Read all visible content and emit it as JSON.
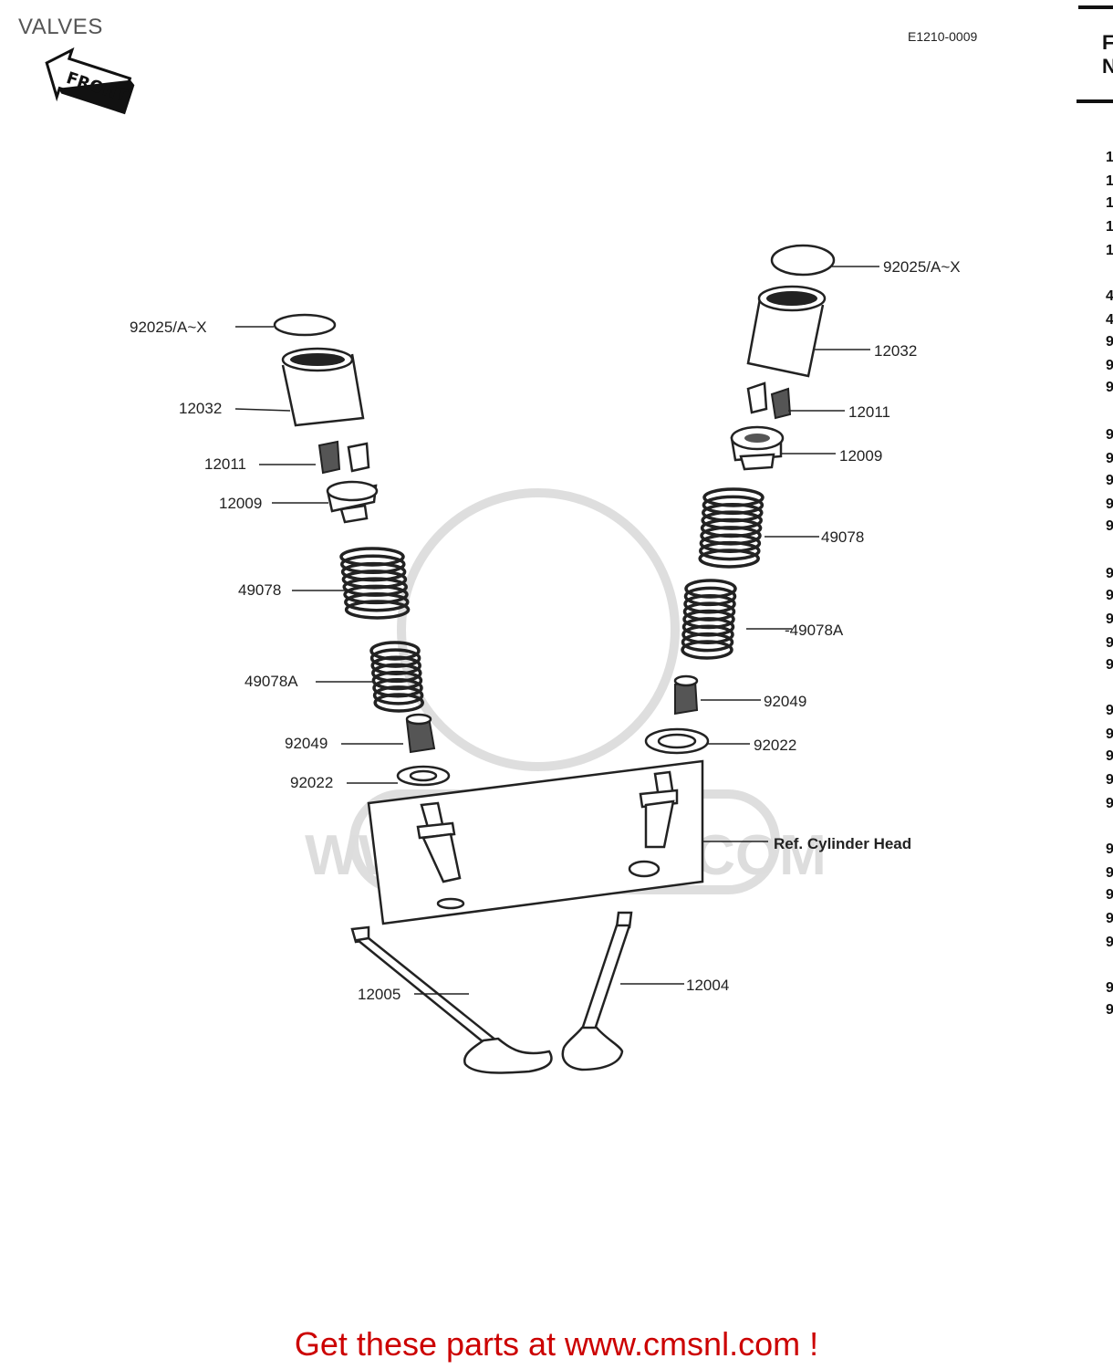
{
  "title": "VALVES",
  "diagram_code": "E1210-0009",
  "front_badge": "FRONT",
  "watermark": "WWW.CMSNL.COM",
  "right_column_fragment": {
    "heading_chars": [
      "F",
      "N"
    ],
    "row_marks": [
      "1",
      "1",
      "1",
      "1",
      "1",
      "4",
      "4",
      "9",
      "9",
      "9",
      "9",
      "9",
      "9",
      "9",
      "9",
      "9",
      "9",
      "9",
      "9",
      "9",
      "9",
      "9",
      "9",
      "9",
      "9",
      "9",
      "9",
      "9",
      "9",
      "9",
      "9",
      "9"
    ]
  },
  "labels": {
    "left_shim": "92025/A~X",
    "left_lifter": "12032",
    "left_keeper": "12011",
    "left_retainer": "12009",
    "left_outer_spring": "49078",
    "left_inner_spring": "49078A",
    "left_seal": "92049",
    "left_seat": "92022",
    "right_shim": "92025/A~X",
    "right_lifter": "12032",
    "right_keeper": "12011",
    "right_retainer": "12009",
    "right_outer_spring": "49078",
    "right_inner_spring": "-49078A",
    "right_seal": "92049",
    "right_seat": "92022",
    "cylinder_head_ref": "Ref.  Cylinder Head",
    "exhaust_valve": "12005",
    "intake_valve": "12004"
  },
  "banner": "Get these parts at www.cmsnl.com !"
}
